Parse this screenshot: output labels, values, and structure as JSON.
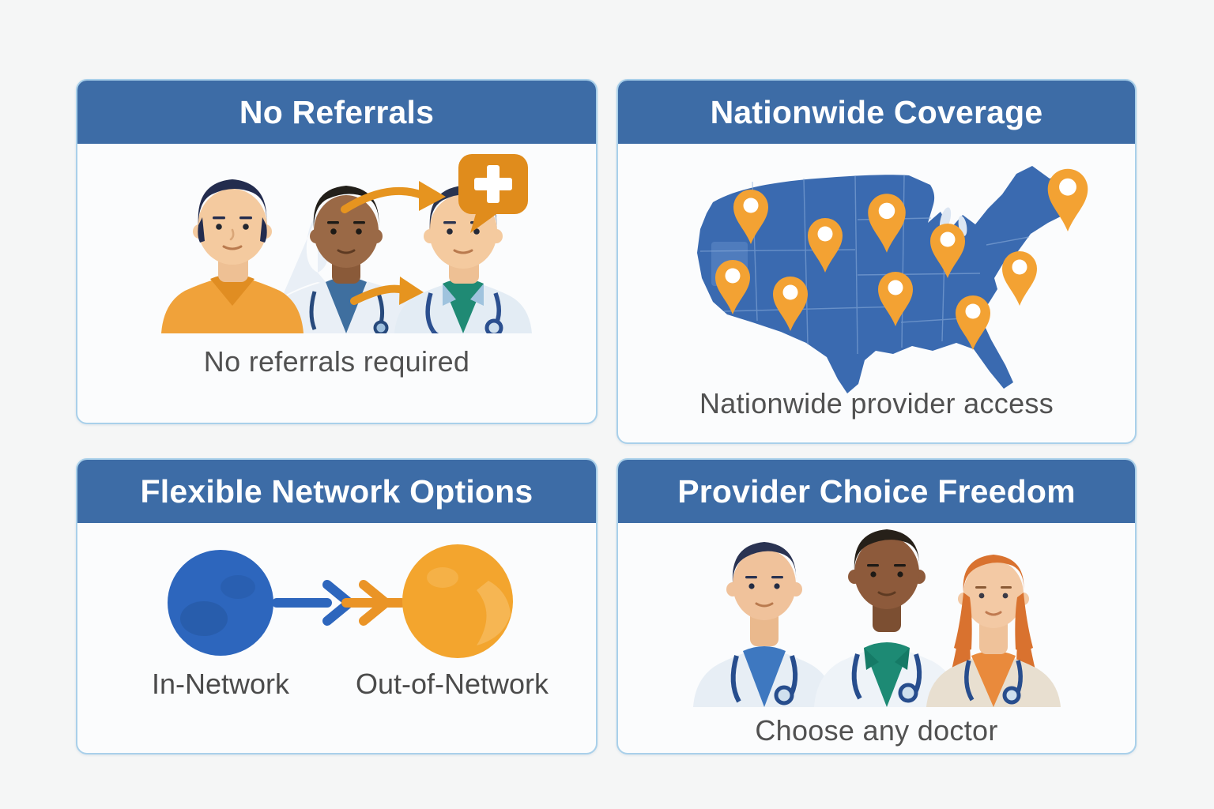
{
  "page": {
    "background_color": "#f5f6f6",
    "description": "Health plan benefits infographic, four cards in a 2x2 grid"
  },
  "theme": {
    "header_blue": "#3d6ca6",
    "card_background": "#fbfcfd",
    "card_border": "#a9d0ea",
    "orange_accent": "#e6941f",
    "map_blue": "#3a6ab0",
    "pin_orange": "#f3a233",
    "in_network_blue": "#2d66bd",
    "out_of_network_orange": "#f3a52e",
    "caption_gray": "#515151"
  },
  "cards": {
    "no_referrals": {
      "title": "No Referrals",
      "caption": "No referrals required",
      "illustration": "patient with two doctors, orange referral arrows, medical-cross speech bubble"
    },
    "nationwide_coverage": {
      "title": "Nationwide Coverage",
      "caption": "Nationwide provider access",
      "illustration": "blue US map with orange location pins",
      "pin_count": 10
    },
    "flexible_network": {
      "title": "Flexible Network Options",
      "label_left": "In-Network",
      "label_right": "Out-of-Network",
      "illustration": "blue circle and orange circle joined by blue and orange arrows"
    },
    "provider_choice": {
      "title": "Provider Choice Freedom",
      "caption": "Choose any doctor",
      "illustration": "three doctors with stethoscopes"
    }
  }
}
